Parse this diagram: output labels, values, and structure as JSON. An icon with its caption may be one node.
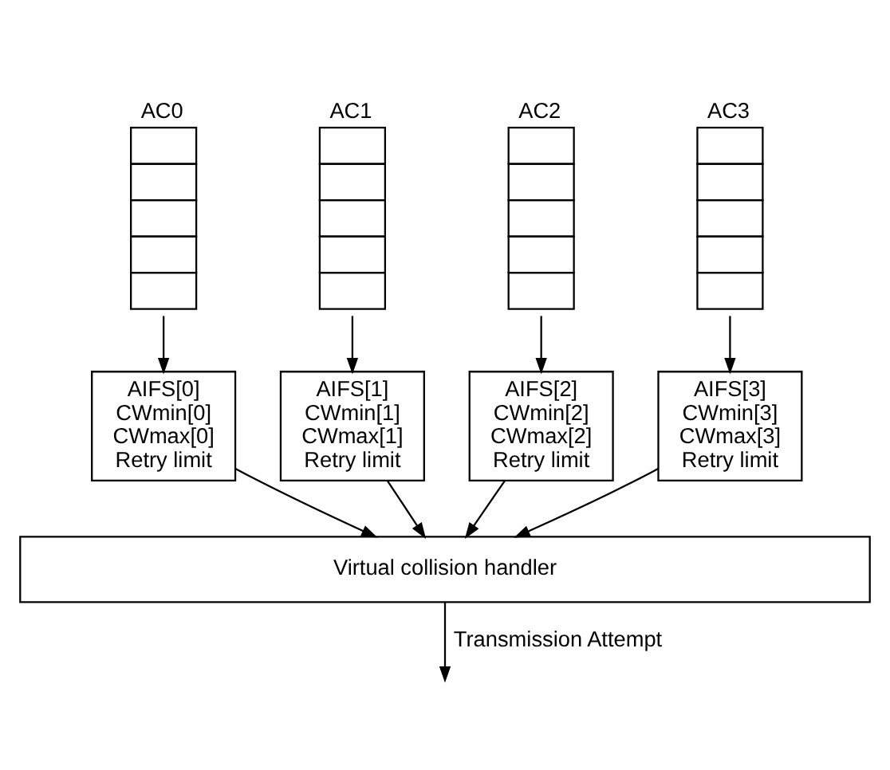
{
  "diagram": {
    "nodes": [
      {
        "text": [
          "AC0"
        ]
      },
      {
        "text": [
          "AC1"
        ]
      },
      {
        "text": [
          "AC2"
        ]
      },
      {
        "text": [
          "AC3"
        ]
      },
      {
        "text": [
          "AIFS[0]",
          "CWmin[0]",
          "CWmax[0]",
          "Retry limit"
        ]
      },
      {
        "text": [
          "AIFS[1]",
          "CWmin[1]",
          "CWmax[1]",
          "Retry limit"
        ]
      },
      {
        "text": [
          "AIFS[2]",
          "CWmin[2]",
          "CWmax[2]",
          "Retry limit"
        ]
      },
      {
        "text": [
          "AIFS[3]",
          "CWmin[3]",
          "CWmax[3]",
          "Retry limit"
        ]
      },
      {
        "text": [
          "Virtual collision handler"
        ]
      }
    ],
    "edges": [
      {
        "from": 0,
        "to": 4,
        "arrow": "to"
      },
      {
        "from": 1,
        "to": 5,
        "arrow": "to"
      },
      {
        "from": 2,
        "to": 6,
        "arrow": "to"
      },
      {
        "from": 3,
        "to": 7,
        "arrow": "to"
      },
      {
        "from": 4,
        "to": 8,
        "arrow": "to"
      },
      {
        "from": 5,
        "to": 8,
        "arrow": "to"
      },
      {
        "from": 6,
        "to": 8,
        "arrow": "to"
      },
      {
        "from": 7,
        "to": 8,
        "arrow": "to"
      },
      {
        "from": 8,
        "to": null,
        "arrow": "to",
        "label": "Transmission Attempt"
      }
    ]
  }
}
